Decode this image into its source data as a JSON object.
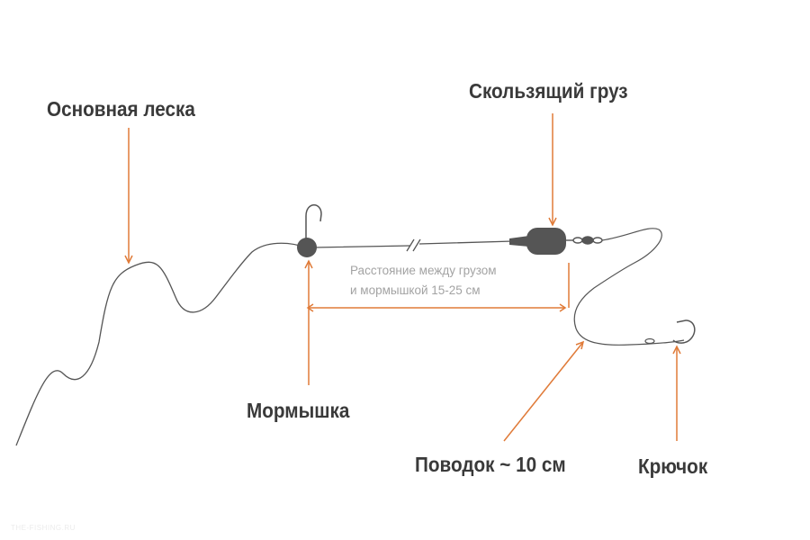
{
  "labels": {
    "main_line": "Основная леска",
    "sliding_weight": "Скользящий груз",
    "jig": "Мормышка",
    "leader": "Поводок ~ 10 см",
    "hook": "Крючок"
  },
  "distance_note": {
    "line1": "Расстояние между грузом",
    "line2": "и мормышкой 15-25 см"
  },
  "watermark": "THE-FISHING.RU",
  "colors": {
    "line": "#555555",
    "pointer": "#e07b39",
    "dimension": "#e07b39",
    "jig": "#555555",
    "weight": "#555555"
  }
}
